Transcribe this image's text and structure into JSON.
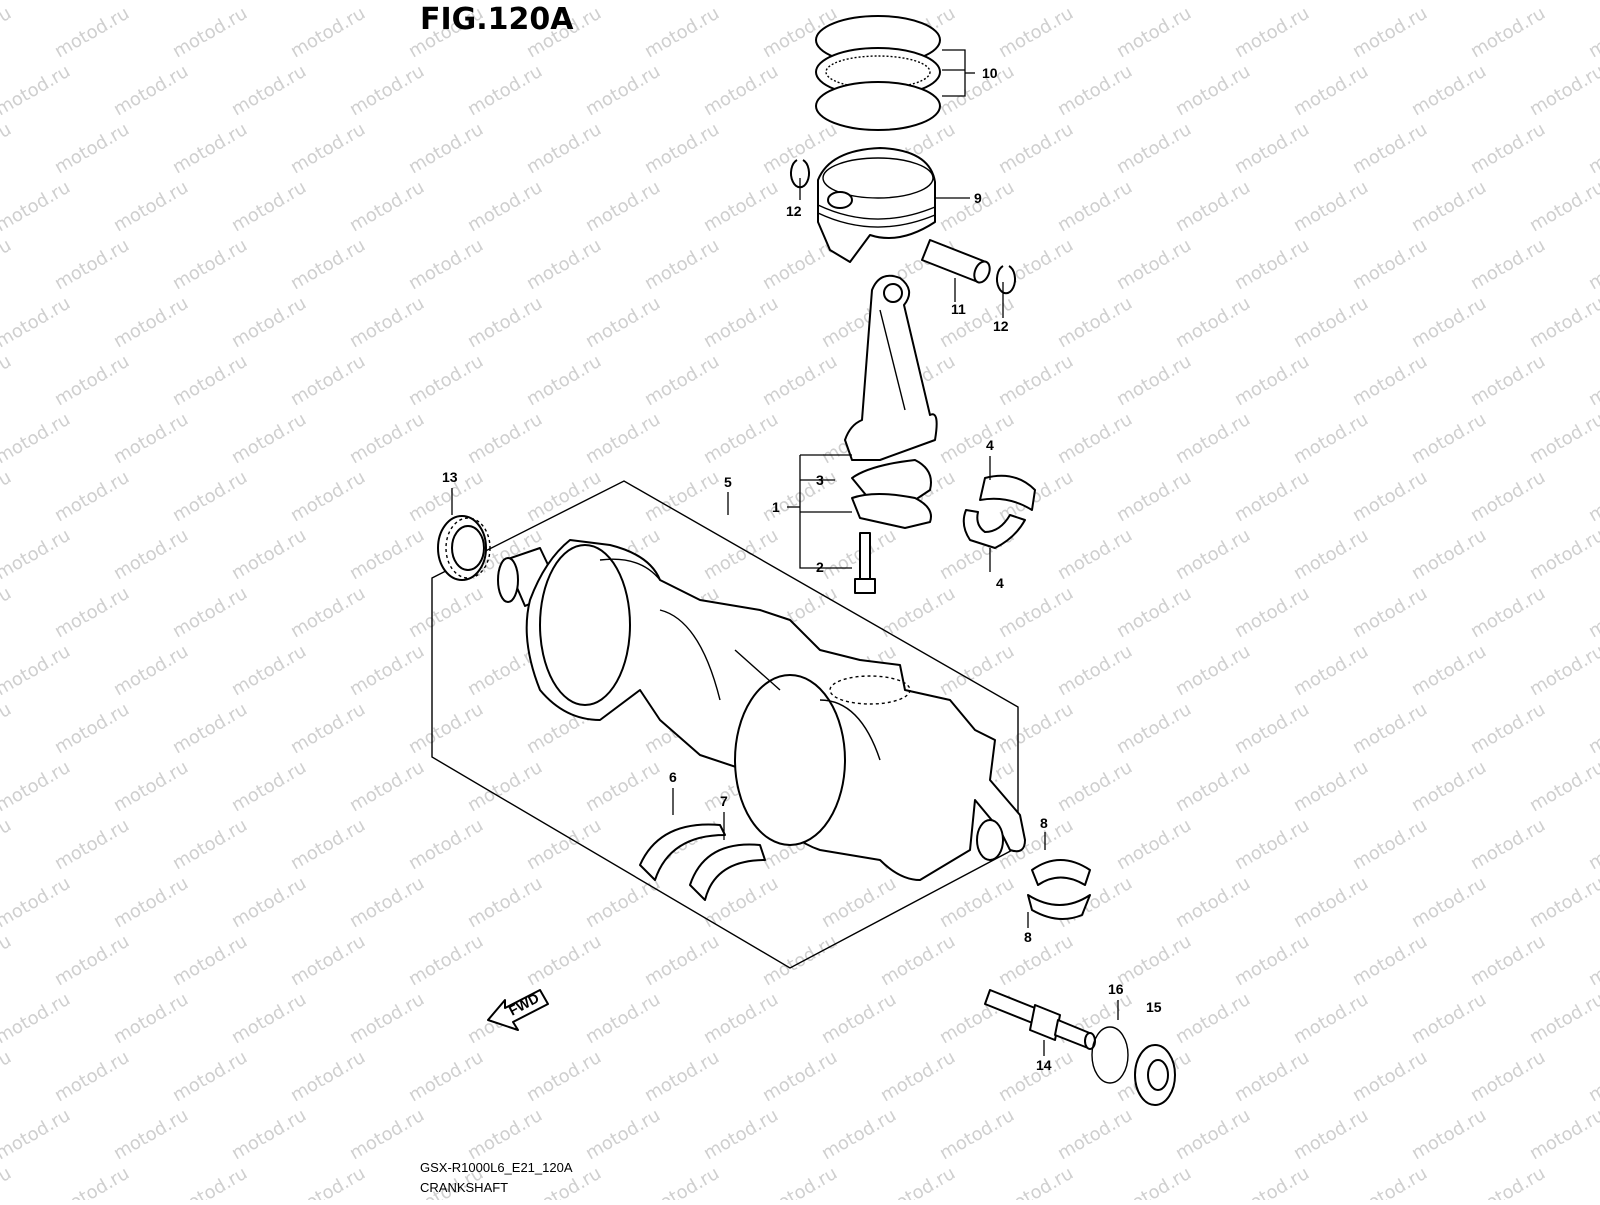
{
  "figure": {
    "title": "FIG.120A",
    "model_code": "GSX-R1000L6_E21_120A",
    "caption": "CRANKSHAFT"
  },
  "watermark": "motod.ru",
  "fwd_label": "FWD",
  "callouts": [
    {
      "id": "c10",
      "label": "10"
    },
    {
      "id": "c9",
      "label": "9"
    },
    {
      "id": "c12a",
      "label": "12"
    },
    {
      "id": "c11",
      "label": "11"
    },
    {
      "id": "c12b",
      "label": "12"
    },
    {
      "id": "c4a",
      "label": "4"
    },
    {
      "id": "c4b",
      "label": "4"
    },
    {
      "id": "c5",
      "label": "5"
    },
    {
      "id": "c3",
      "label": "3"
    },
    {
      "id": "c1",
      "label": "1"
    },
    {
      "id": "c2",
      "label": "2"
    },
    {
      "id": "c13",
      "label": "13"
    },
    {
      "id": "c6",
      "label": "6"
    },
    {
      "id": "c7",
      "label": "7"
    },
    {
      "id": "c8a",
      "label": "8"
    },
    {
      "id": "c8b",
      "label": "8"
    },
    {
      "id": "c16",
      "label": "16"
    },
    {
      "id": "c15",
      "label": "15"
    },
    {
      "id": "c14",
      "label": "14"
    }
  ]
}
